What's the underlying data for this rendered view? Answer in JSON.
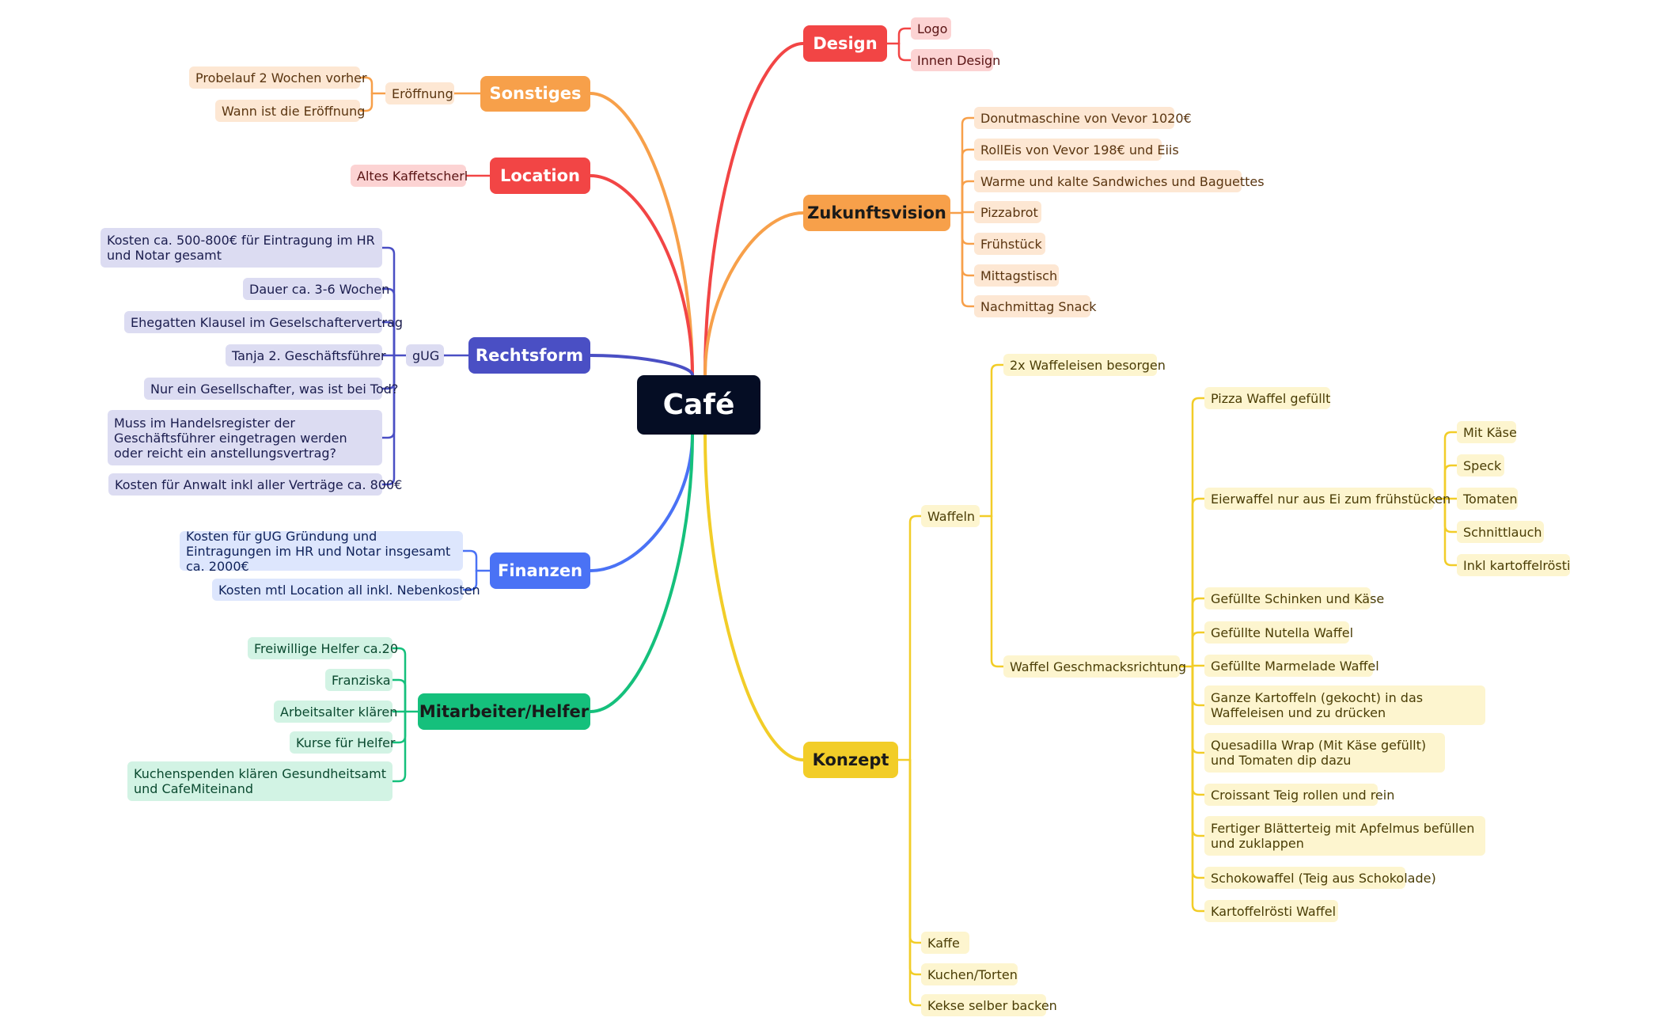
{
  "center": "Café",
  "branches": {
    "sonstiges": {
      "label": "Sonstiges",
      "eroeffnung": "Eröffnung",
      "items": [
        "Probelauf 2 Wochen vorher",
        "Wann ist die Eröffnung"
      ]
    },
    "location": {
      "label": "Location",
      "items": [
        "Altes Kaffetscherl"
      ]
    },
    "rechtsform": {
      "label": "Rechtsform",
      "gug": "gUG",
      "items": [
        "Kosten ca. 500-800€ für Eintragung im HR und Notar gesamt",
        "Dauer ca. 3-6 Wochen",
        "Ehegatten Klausel im Geselschaftervertrag",
        "Tanja 2. Geschäftsführer",
        "Nur ein Gesellschafter, was ist bei Tod?",
        "Muss im Handelsregister der Geschäftsführer eingetragen werden oder reicht ein anstellungsvertrag?",
        "Kosten für Anwalt inkl aller Verträge ca. 800€"
      ]
    },
    "finanzen": {
      "label": "Finanzen",
      "items": [
        "Kosten für gUG Gründung und Eintragungen im HR und Notar insgesamt ca. 2000€",
        "Kosten mtl Location  all inkl. Nebenkosten"
      ]
    },
    "mitarbeiter": {
      "label": "Mitarbeiter/Helfer",
      "items": [
        "Freiwillige Helfer ca.20",
        "Franziska",
        "Arbeitsalter klären",
        "Kurse für Helfer",
        "Kuchenspenden klären Gesundheitsamt und CafeMiteinand"
      ]
    },
    "design": {
      "label": "Design",
      "items": [
        "Logo",
        "Innen Design"
      ]
    },
    "zukunft": {
      "label": "Zukunftsvision",
      "items": [
        "Donutmaschine von Vevor 1020€",
        "RollEis von Vevor 198€ und Eiis",
        "Warme und kalte Sandwiches und Baguettes",
        "Pizzabrot",
        "Frühstück",
        "Mittagstisch",
        "Nachmittag Snack"
      ]
    },
    "konzept": {
      "label": "Konzept",
      "waffeln": "Waffeln",
      "waffeleisen": "2x Waffeleisen besorgen",
      "geschmack": "Waffel Geschmacksrichtung",
      "pizza_waffel": "Pizza Waffel gefüllt",
      "eierwaffel": "Eierwaffel nur aus Ei zum frühstücken",
      "eier_items": [
        "Mit Käse",
        "Speck",
        "Tomaten",
        "Schnittlauch",
        "Inkl kartoffelrösti"
      ],
      "flavors": [
        "Gefüllte Schinken und Käse",
        "Gefüllte Nutella Waffel",
        "Gefüllte Marmelade Waffel",
        "Ganze Kartoffeln (gekocht) in das Waffeleisen und zu drücken",
        "Quesadilla Wrap (Mit Käse gefüllt) und Tomaten dip dazu",
        "Croissant Teig rollen und rein",
        "Fertiger Blätterteig mit Apfelmus befüllen und zuklappen",
        "Schokowaffel (Teig aus Schokolade)",
        "Kartoffelrösti Waffel"
      ],
      "others": [
        "Kaffe",
        "Kuchen/Torten",
        "Kekse selber backen"
      ]
    }
  },
  "colors": {
    "sonstiges": "#f7a04a",
    "location": "#f24545",
    "rechtsform": "#4a4fc4",
    "finanzen": "#4a72f5",
    "mitarbeiter": "#15c07c",
    "design": "#f24545",
    "zukunft": "#f7a04a",
    "konzept": "#f2cd28"
  }
}
